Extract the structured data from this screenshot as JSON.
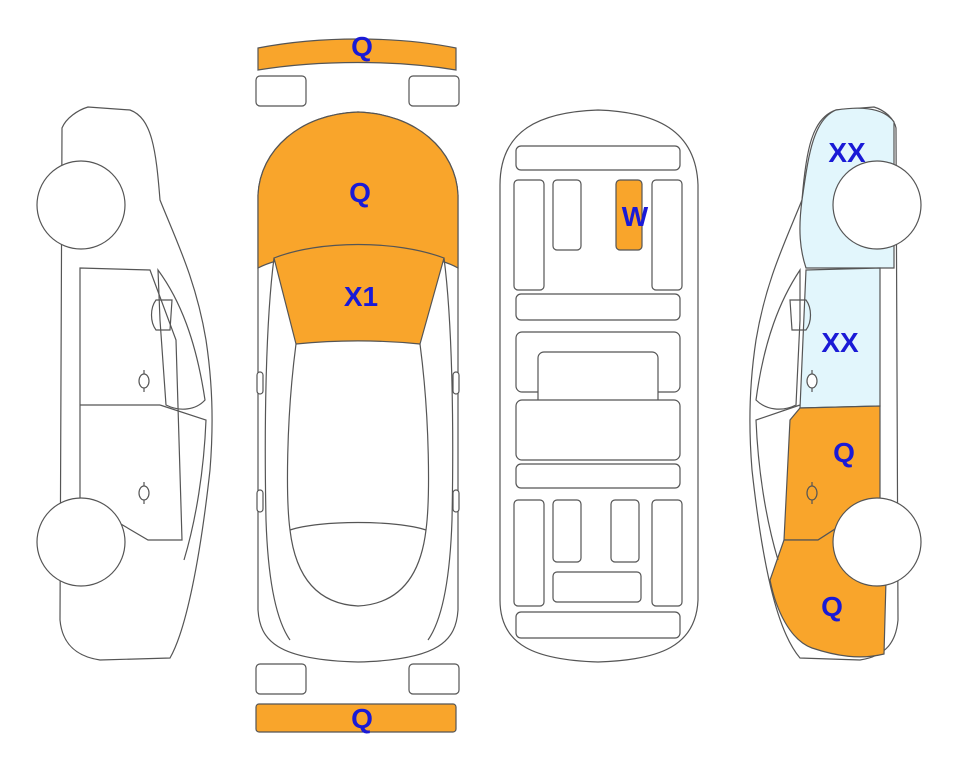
{
  "colors": {
    "orange": "#F9A52B",
    "light_blue": "#E2F6FC",
    "label": "#1A1AD6",
    "outline": "#555555"
  },
  "views": [
    "left-side",
    "top",
    "underbody",
    "right-side"
  ],
  "panels": [
    {
      "id": "front-bumper",
      "view": "top",
      "label": "Q",
      "color": "orange"
    },
    {
      "id": "hood",
      "view": "top",
      "label": "Q",
      "color": "orange"
    },
    {
      "id": "windshield",
      "view": "top",
      "label": "X1",
      "color": "orange"
    },
    {
      "id": "rear-bumper",
      "view": "top",
      "label": "Q",
      "color": "orange"
    },
    {
      "id": "underbody-rail",
      "view": "underbody",
      "label": "W",
      "color": "orange"
    },
    {
      "id": "right-front-fender",
      "view": "right-side",
      "label": "XX",
      "color": "light_blue"
    },
    {
      "id": "right-front-door",
      "view": "right-side",
      "label": "XX",
      "color": "light_blue"
    },
    {
      "id": "right-rear-door",
      "view": "right-side",
      "label": "Q",
      "color": "orange"
    },
    {
      "id": "right-rear-quarter",
      "view": "right-side",
      "label": "Q",
      "color": "orange"
    }
  ]
}
